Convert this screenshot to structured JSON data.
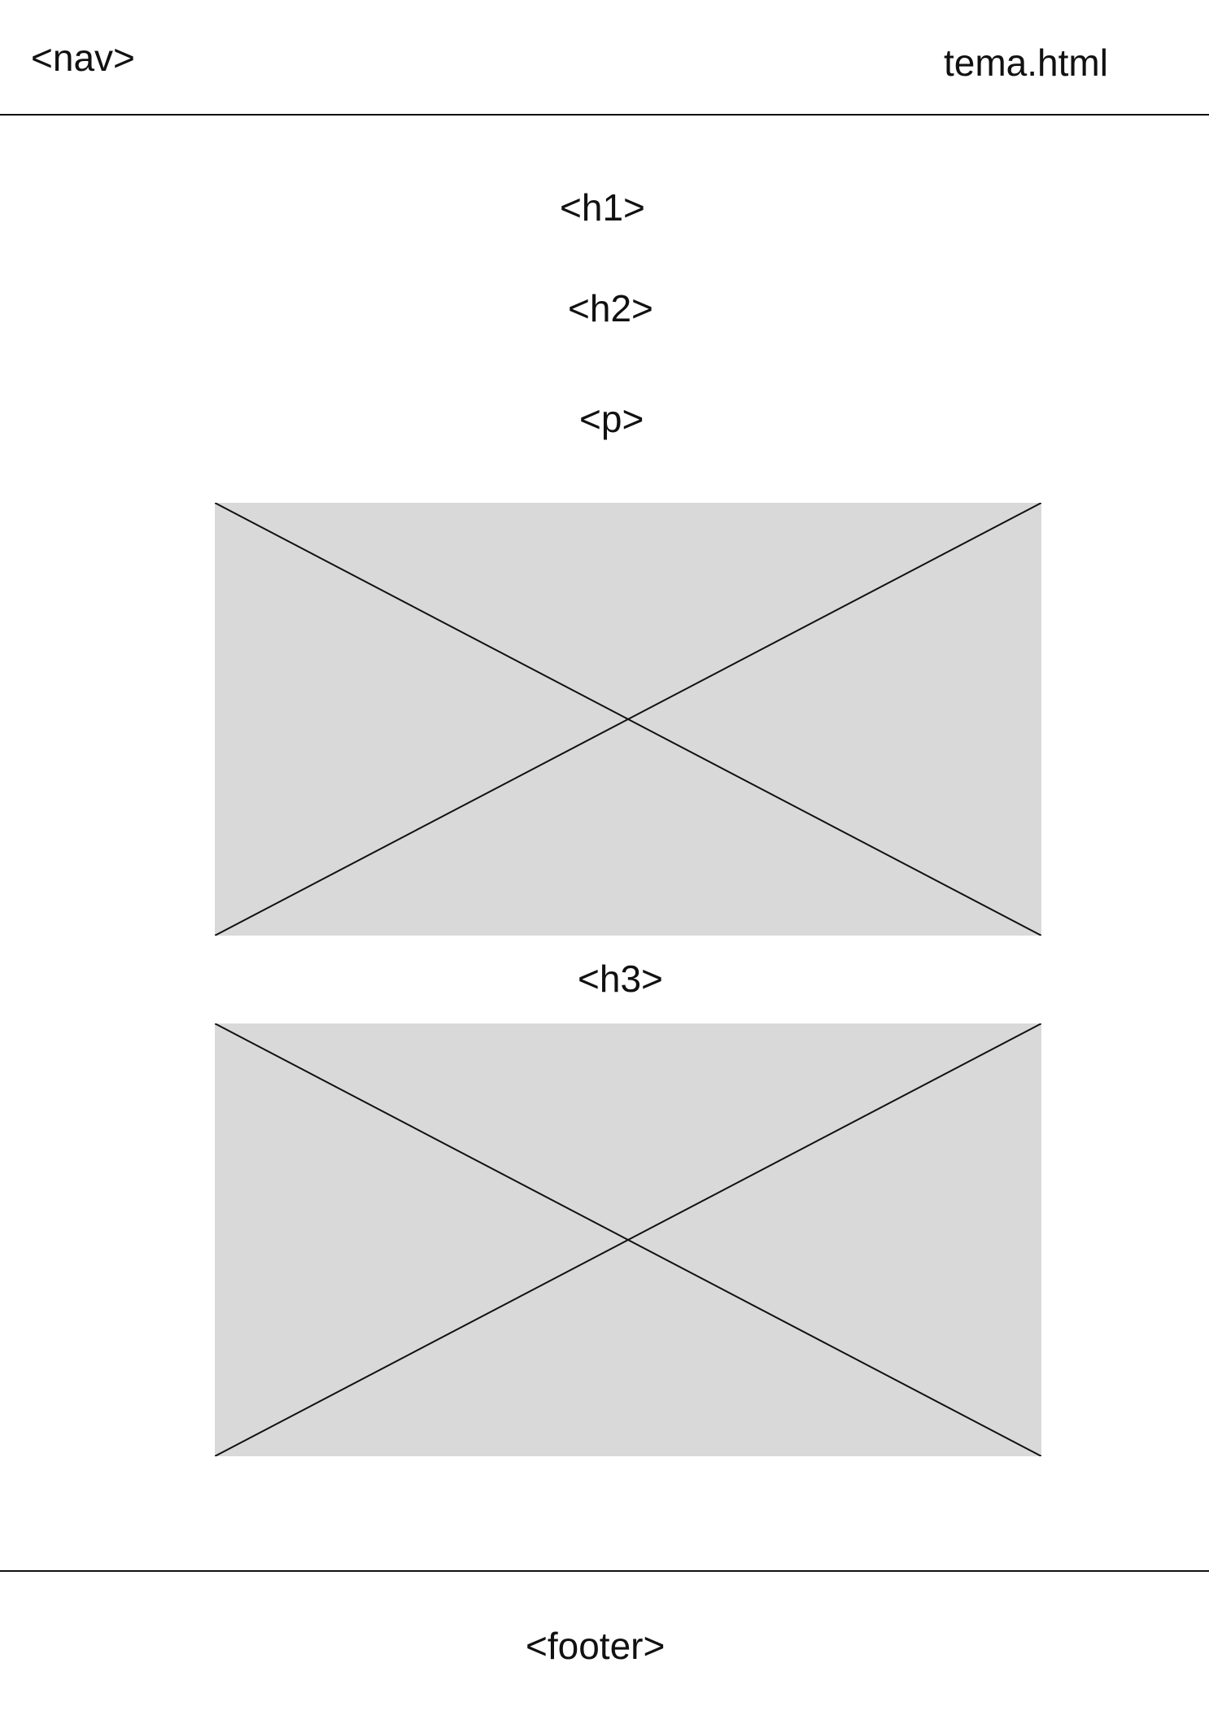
{
  "nav": {
    "label": "<nav>"
  },
  "page": {
    "filename": "tema.html"
  },
  "main": {
    "h1": "<h1>",
    "h2": "<h2>",
    "p": "<p>",
    "h3": "<h3>"
  },
  "footer": {
    "label": "<footer>"
  },
  "colors": {
    "line": "#111111",
    "placeholder_fill": "#d9d9d9",
    "background": "#ffffff"
  }
}
